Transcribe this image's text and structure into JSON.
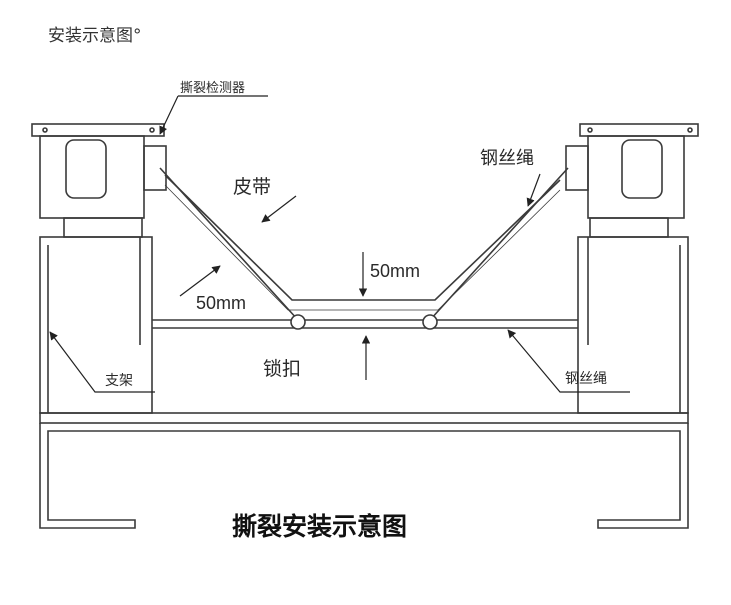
{
  "header_title": "安装示意图°",
  "caption": "撕裂安装示意图",
  "labels": {
    "detector": "撕裂检测器",
    "belt": "皮带",
    "rope_top": "钢丝绳",
    "rope_bottom": "钢丝绳",
    "support": "支架",
    "lock": "锁扣",
    "dim_top": "50mm",
    "dim_left": "50mm"
  },
  "colors": {
    "line": "#3a3a3a",
    "background": "#ffffff"
  }
}
